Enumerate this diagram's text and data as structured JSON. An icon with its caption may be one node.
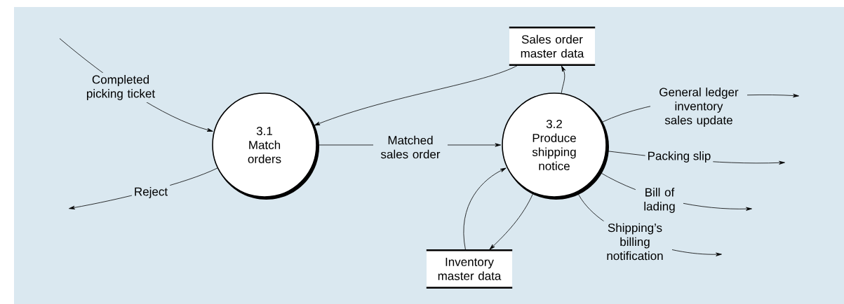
{
  "diagram": {
    "nodes": [
      {
        "text": [
          "3.1",
          "Match orders"
        ]
      },
      {
        "text": [
          "3.2",
          "Produce shipping notice"
        ]
      },
      {
        "text": [
          "Sales order master data"
        ]
      },
      {
        "text": [
          "Inventory master data"
        ]
      }
    ],
    "edges": [
      {
        "from": null,
        "to": 0,
        "arrow": "to",
        "label": "Completed picking ticket"
      },
      {
        "from": 0,
        "to": null,
        "arrow": "to",
        "label": "Reject"
      },
      {
        "from": 0,
        "to": 1,
        "arrow": "to",
        "label": "Matched sales order"
      },
      {
        "from": 1,
        "to": 2,
        "arrow": "to"
      },
      {
        "from": 2,
        "to": 0,
        "arrow": "to"
      },
      {
        "from": 3,
        "to": 1,
        "arrow": "to"
      },
      {
        "from": 1,
        "to": 3,
        "arrow": "to"
      },
      {
        "from": 1,
        "to": null,
        "arrow": "to",
        "label": "General ledger inventory sales update"
      },
      {
        "from": 1,
        "to": null,
        "arrow": "to",
        "label": "Packing slip"
      },
      {
        "from": 1,
        "to": null,
        "arrow": "to",
        "label": "Bill of lading"
      },
      {
        "from": 1,
        "to": null,
        "arrow": "to",
        "label": "Shipping’s billing notification"
      }
    ]
  }
}
